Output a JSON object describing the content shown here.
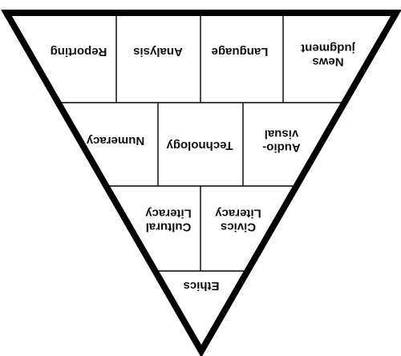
{
  "diagram": {
    "orientation": "inverted",
    "text_rotation_degrees": 180,
    "colors": {
      "stroke": "#000000",
      "fill": "#ffffff",
      "text": "#111111"
    },
    "rows": [
      {
        "cells": [
          {
            "lines": [
              "Reporting"
            ]
          },
          {
            "lines": [
              "Analysis"
            ]
          },
          {
            "lines": [
              "Language"
            ]
          },
          {
            "lines": [
              "News",
              "judgment"
            ]
          }
        ]
      },
      {
        "cells": [
          {
            "lines": [
              "Numeracy"
            ]
          },
          {
            "lines": [
              "Technology"
            ]
          },
          {
            "lines": [
              "Audio-",
              "visual"
            ]
          }
        ]
      },
      {
        "cells": [
          {
            "lines": [
              "Cultural",
              "Literacy"
            ]
          },
          {
            "lines": [
              "Civics",
              "Literacy"
            ]
          }
        ]
      },
      {
        "cells": [
          {
            "lines": [
              "Ethics"
            ]
          }
        ]
      }
    ]
  }
}
